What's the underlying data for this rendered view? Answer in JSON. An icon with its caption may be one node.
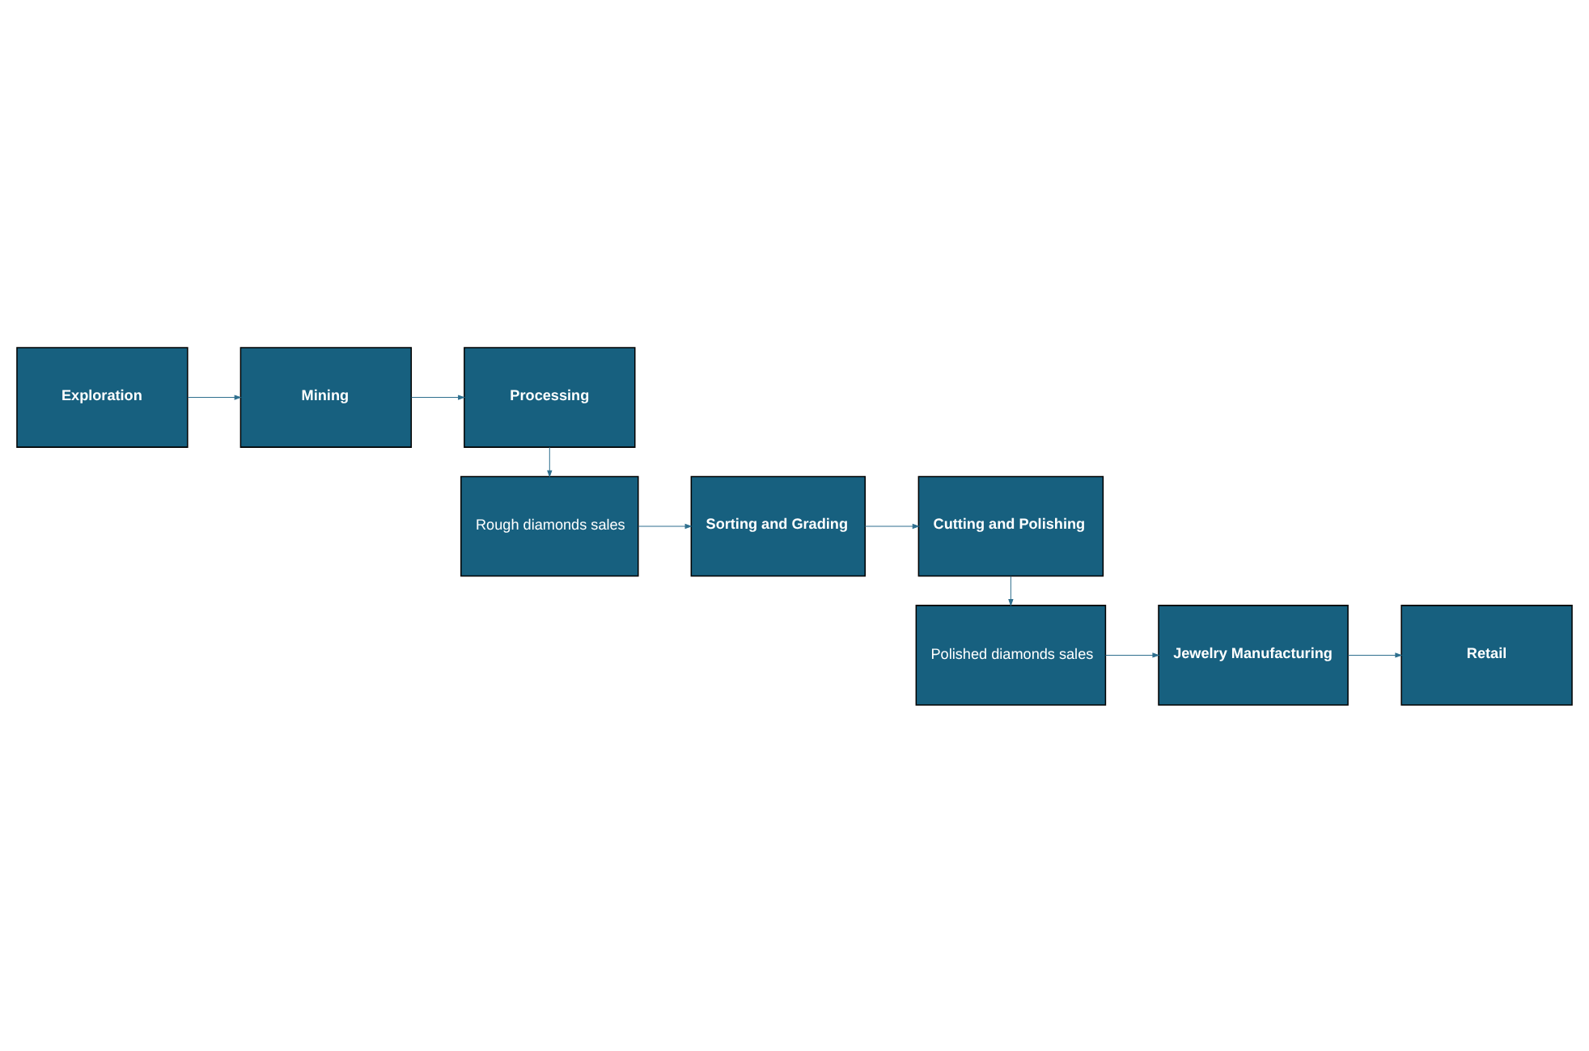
{
  "diagram": {
    "nodes": [
      {
        "text": [
          "Exploration"
        ]
      },
      {
        "text": [
          "Mining"
        ]
      },
      {
        "text": [
          "Processing"
        ]
      },
      {
        "text": [
          "Rough diamonds sales"
        ]
      },
      {
        "text": [
          "Sorting and Grading"
        ]
      },
      {
        "text": [
          "Cutting and Polishing"
        ]
      },
      {
        "text": [
          "Polished diamonds sales"
        ]
      },
      {
        "text": [
          "Jewelry Manufacturing"
        ]
      },
      {
        "text": [
          "Retail"
        ]
      }
    ],
    "edges": [
      {
        "from": 0,
        "to": 1,
        "arrow": "to"
      },
      {
        "from": 1,
        "to": 2,
        "arrow": "to"
      },
      {
        "from": 2,
        "to": 3,
        "arrow": "to"
      },
      {
        "from": 3,
        "to": 4,
        "arrow": "to"
      },
      {
        "from": 4,
        "to": 5,
        "arrow": "to"
      },
      {
        "from": 5,
        "to": 6,
        "arrow": "to"
      },
      {
        "from": 6,
        "to": 7,
        "arrow": "to"
      },
      {
        "from": 7,
        "to": 8,
        "arrow": "to"
      }
    ]
  }
}
